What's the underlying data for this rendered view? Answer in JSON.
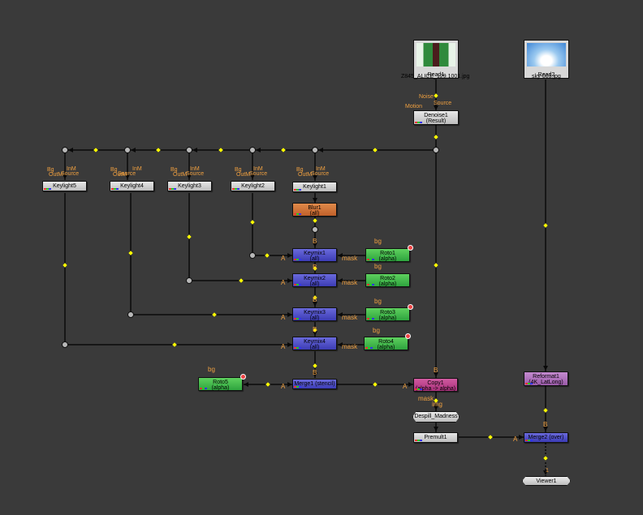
{
  "nodes": {
    "read1": {
      "name": "Read1",
      "file": "Z845_ALICE_129.1001.jpg"
    },
    "read2": {
      "name": "Read2",
      "file": "sky-003.jpg"
    },
    "denoise1": {
      "name": "Denoise1",
      "sub": "(Result)"
    },
    "keylight1": {
      "name": "Keylight1"
    },
    "keylight2": {
      "name": "Keylight2"
    },
    "keylight3": {
      "name": "Keylight3"
    },
    "keylight4": {
      "name": "Keylight4"
    },
    "keylight5": {
      "name": "Keylight5"
    },
    "blur1": {
      "name": "Blur1",
      "sub": "(all)"
    },
    "keymix1": {
      "name": "Keymix1",
      "sub": "(all)"
    },
    "keymix2": {
      "name": "Keymix2",
      "sub": "(all)"
    },
    "keymix3": {
      "name": "Keymix3",
      "sub": "(all)"
    },
    "keymix4": {
      "name": "Keymix4",
      "sub": "(all)"
    },
    "roto1": {
      "name": "Roto1",
      "sub": "(alpha)"
    },
    "roto2": {
      "name": "Roto2",
      "sub": "(alpha)"
    },
    "roto3": {
      "name": "Roto3",
      "sub": "(alpha)"
    },
    "roto4": {
      "name": "Roto4",
      "sub": "(alpha)"
    },
    "roto5": {
      "name": "Roto5",
      "sub": "(alpha)"
    },
    "merge1": {
      "name": "Merge1 (stencil)"
    },
    "copy1": {
      "name": "Copy1",
      "sub": "(alpha -> alpha)"
    },
    "despill": {
      "name": "Despill_Madness"
    },
    "premult1": {
      "name": "Premult1"
    },
    "reformat1": {
      "name": "Reformat1",
      "sub": "(4K_LatLong)"
    },
    "merge2": {
      "name": "Merge2 (over)"
    },
    "viewer1": {
      "name": "Viewer1"
    }
  },
  "labels": {
    "noise": "Noise",
    "source": "Source",
    "motion": "Motion",
    "bg": "Bg",
    "inm": "InM",
    "outm": "OutM",
    "a": "A",
    "b": "B",
    "mask": "mask",
    "bg_lower": "bg",
    "img": "img",
    "viewer_input": "1"
  },
  "colors": {
    "background": "#3a3a3a",
    "edge": "#0a0a0a",
    "pipe_label": "#f0a040",
    "dot": "#ffff00"
  }
}
